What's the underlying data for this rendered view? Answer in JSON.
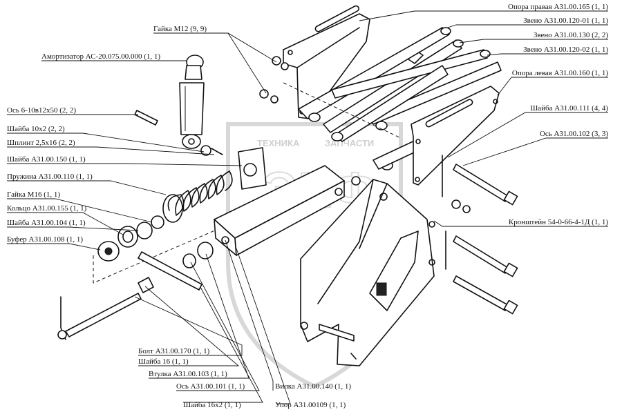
{
  "watermark": {
    "left": "ТЕХНИКА",
    "right": "ЗАПЧАСТИ"
  },
  "labels": {
    "opora_pravaya": "Опора правая А31.00.165 (1, 1)",
    "zveno_120_01": "Звено А31.00.120-01 (1, 1)",
    "zveno_130": "Звено А31.00.130 (2, 2)",
    "zveno_120_02": "Звено А31.00.120-02 (1, 1)",
    "opora_levaya": "Опора левая А31.00.160 (1, 1)",
    "shayba_111": "Шайба А31.00.111 (4, 4)",
    "os_102": "Ось А31.00.102 (3, 3)",
    "kronshtein": "Кронштейн 54-0-66-4-1Д (1, 1)",
    "gayka_m12": "Гайка М12 (9, 9)",
    "amortizator": "Амортизатор АС-20.075.00.000 (1, 1)",
    "os_6_10": "Ось 6-10в12х50 (2, 2)",
    "shayba_10x2": "Шайба 10х2 (2, 2)",
    "shplint": "Шплинт 2,5х16 (2, 2)",
    "shayba_150": "Шайба А31.00.150 (1, 1)",
    "pruzhina": "Пружина А31.00.110 (1, 1)",
    "gayka_m16": "Гайка М16 (1, 1)",
    "kolco": "Кольцо А31.00.155 (1, 1)",
    "shayba_104": "Шайба А31.00.104 (1, 1)",
    "bufer": "Буфер А31.00.108 (1, 1)",
    "bolt_170": "Болт А31.00.170 (1, 1)",
    "shayba_16": "Шайба 16 (1, 1)",
    "vtulka": "Втулка А31.00.103 (1, 1)",
    "os_101": "Ось А31.00.101 (1, 1)",
    "shayba_16x2": "Шайба 16х2 (1, 1)",
    "vilka": "Вилка А31.00.140 (1, 1)",
    "upor": "Упор А31.00109 (1, 1)"
  }
}
